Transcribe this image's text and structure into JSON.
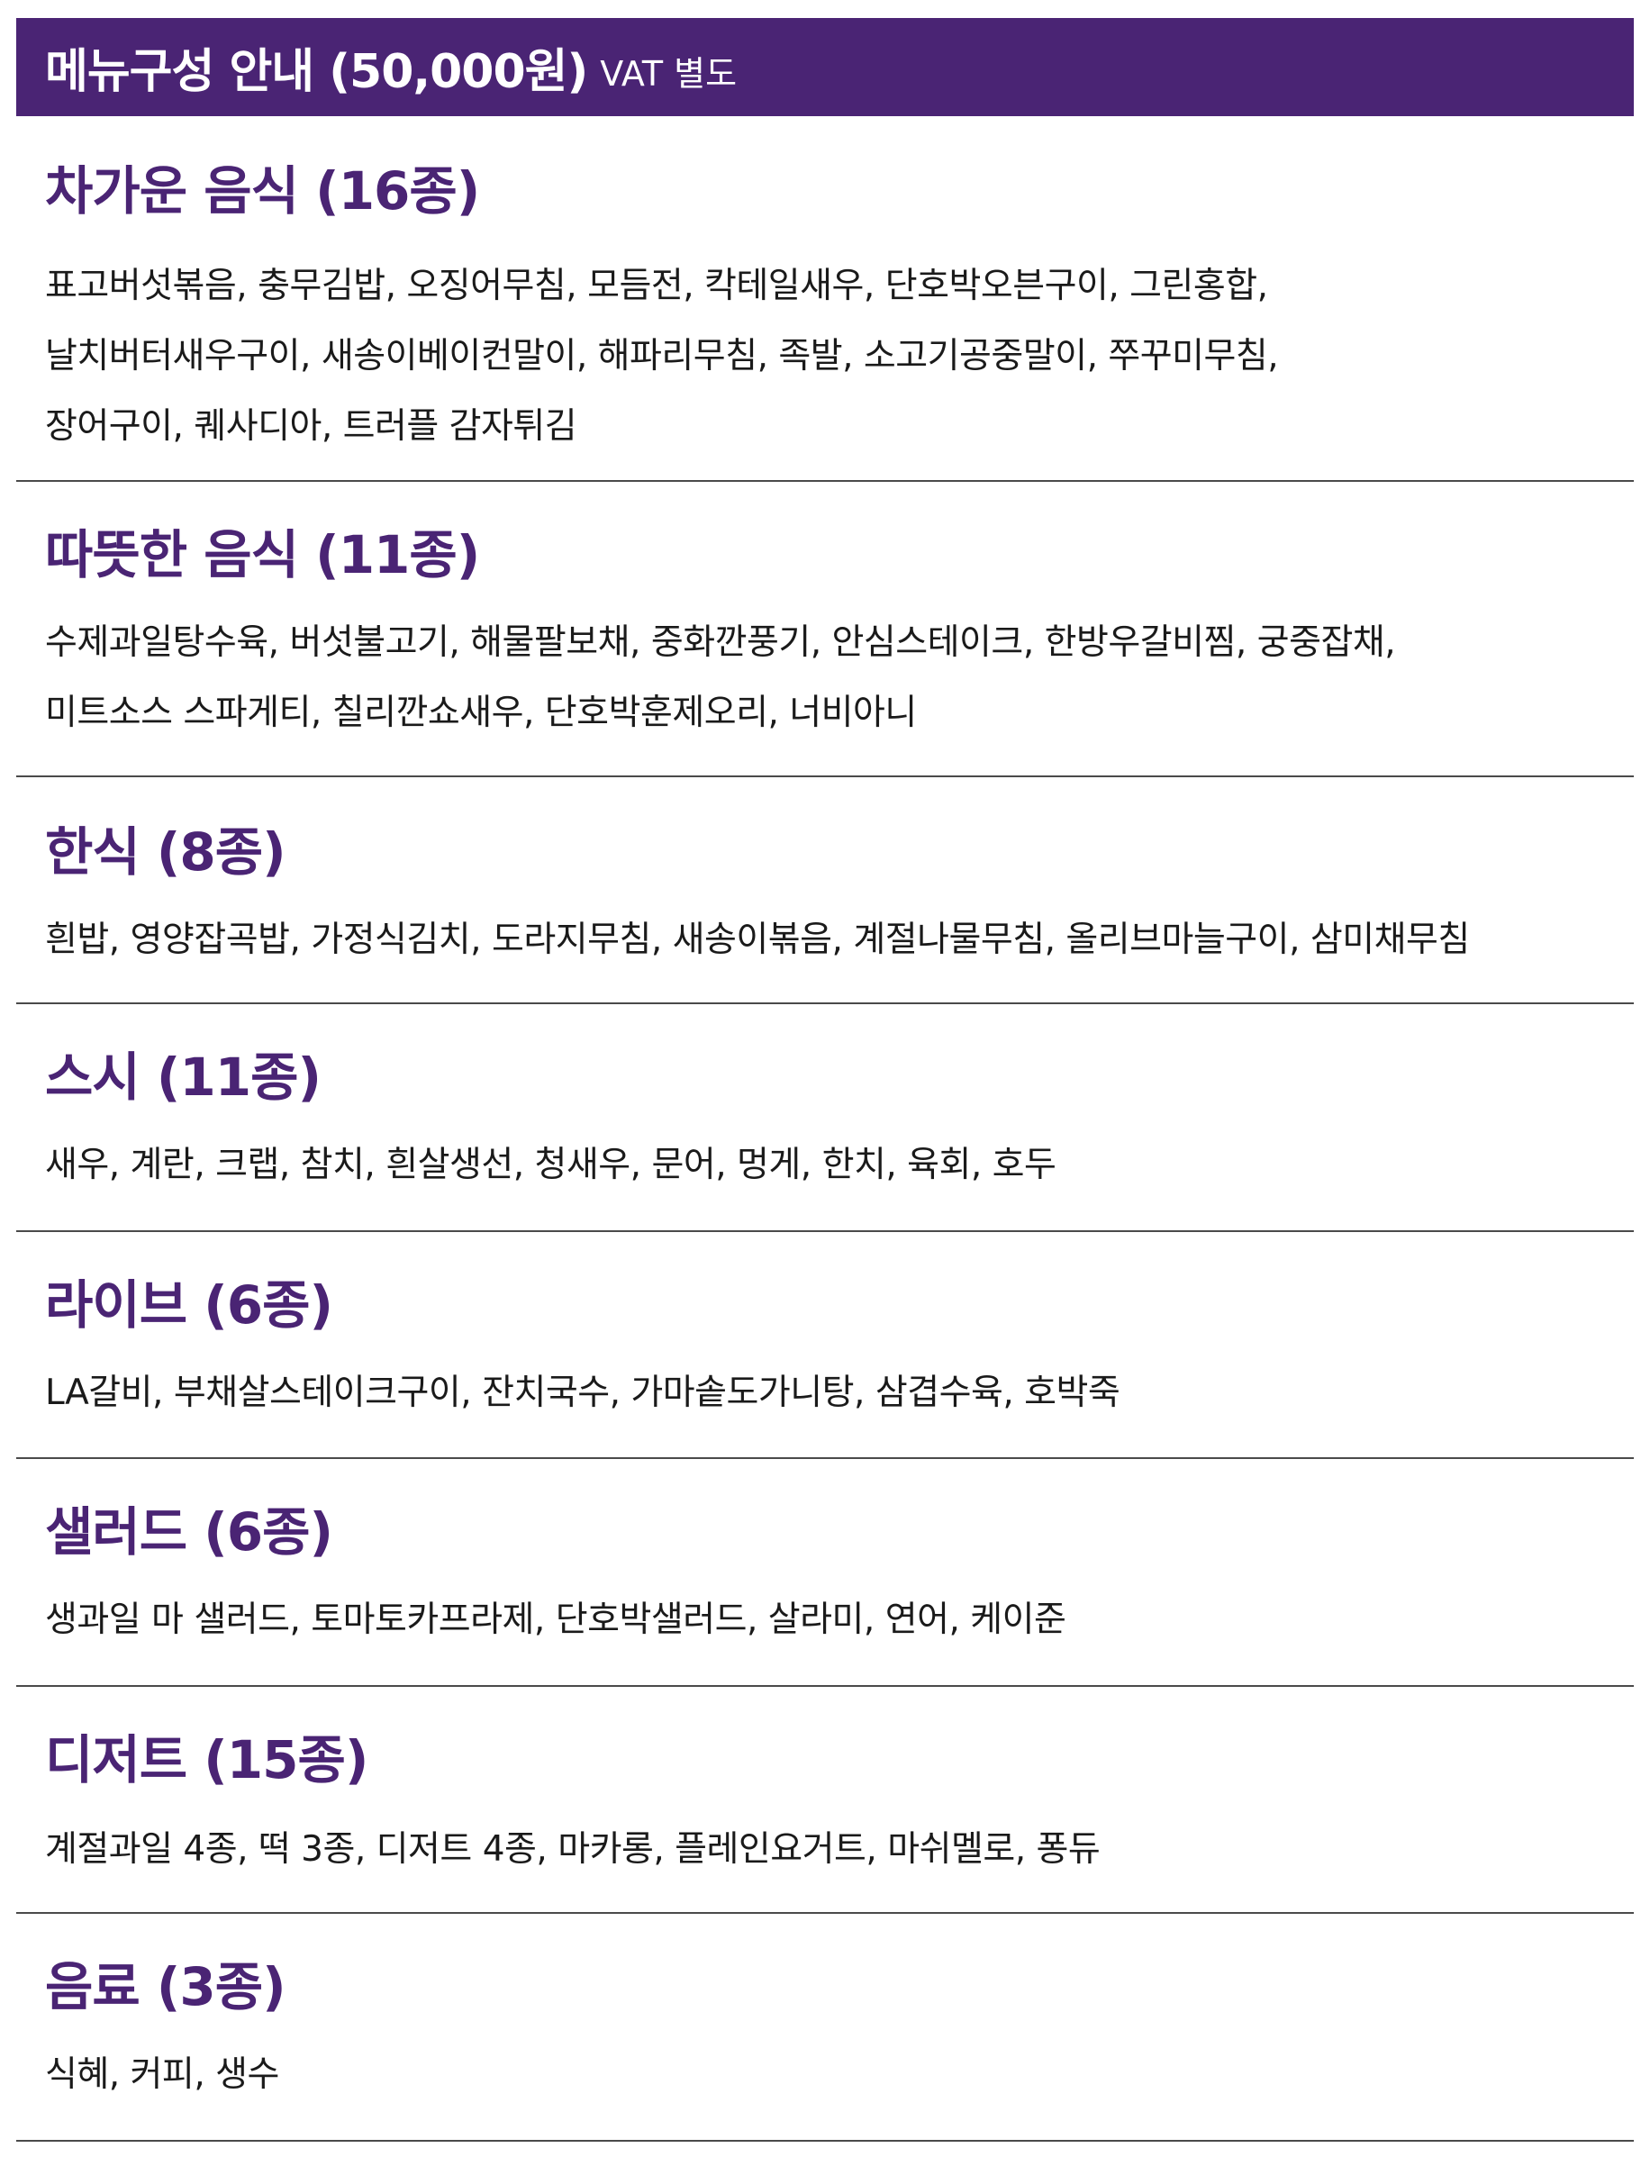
{
  "header": {
    "title": "메뉴구성 안내 (50,000원)",
    "note": "VAT 별도"
  },
  "sections": [
    {
      "title": "차가운 음식 (16종)",
      "lines": [
        "표고버섯볶음, 충무김밥, 오징어무침, 모듬전, 칵테일새우, 단호박오븐구이, 그린홍합,",
        "날치버터새우구이, 새송이베이컨말이, 해파리무침, 족발, 소고기공중말이, 쭈꾸미무침,",
        "장어구이, 퀘사디아, 트러플 감자튀김"
      ]
    },
    {
      "title": "따뜻한 음식 (11종)",
      "lines": [
        "수제과일탕수육, 버섯불고기, 해물팔보채, 중화깐풍기, 안심스테이크, 한방우갈비찜, 궁중잡채,",
        "미트소스 스파게티, 칠리깐쇼새우, 단호박훈제오리, 너비아니"
      ]
    },
    {
      "title": "한식 (8종)",
      "lines": [
        "흰밥, 영양잡곡밥, 가정식김치, 도라지무침, 새송이볶음, 계절나물무침, 올리브마늘구이, 삼미채무침"
      ]
    },
    {
      "title": "스시 (11종)",
      "lines": [
        "새우, 계란, 크랩, 참치, 흰살생선, 청새우, 문어, 멍게, 한치, 육회, 호두"
      ]
    },
    {
      "title": "라이브 (6종)",
      "lines": [
        "LA갈비, 부채살스테이크구이, 잔치국수, 가마솥도가니탕, 삼겹수육, 호박죽"
      ]
    },
    {
      "title": "샐러드 (6종)",
      "lines": [
        "생과일 마 샐러드, 토마토카프라제, 단호박샐러드, 살라미, 연어, 케이준"
      ]
    },
    {
      "title": "디저트 (15종)",
      "lines": [
        "계절과일 4종, 떡 3종, 디저트 4종, 마카롱, 플레인요거트, 마쉬멜로, 퐁듀"
      ]
    },
    {
      "title": "음료 (3종)",
      "lines": [
        "식혜, 커피, 생수"
      ]
    }
  ],
  "colors": {
    "accent": "#4a2474",
    "text": "#1a1a1a",
    "divider": "#4a4a4a"
  }
}
